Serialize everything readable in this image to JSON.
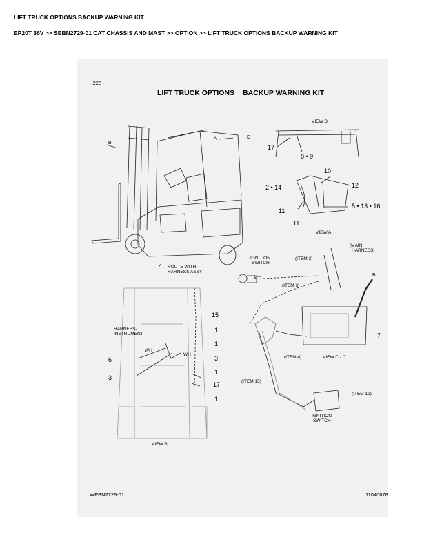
{
  "header": {
    "title": "LIFT TRUCK OPTIONS BACKUP WARNING KIT",
    "breadcrumb": "EP20T 36V >> SEBN2729-01 CAT CHASSIS AND MAST >> OPTION >> LIFT TRUCK OPTIONS BACKUP WARNING KIT"
  },
  "page": {
    "page_number": "- 228 -",
    "title_left": "LIFT TRUCK OPTIONS",
    "title_right": "BACKUP WARNING KIT",
    "footer_left": "WEBN2729-01",
    "footer_right": "11040678"
  },
  "labels": {
    "B": "B",
    "A": "A",
    "D": "D",
    "view_d": "VIEW D",
    "view_a": "VIEW A",
    "view_b": "VIEW B",
    "view_cc": "VIEW C - C",
    "route_1": "ROUTE WITH",
    "route_2": "HARNESS ASSY",
    "ign_sw_1": "IGNITION",
    "ign_sw_2": "SWITCH",
    "acc": "ACC",
    "main_harness_1": "(MAIN",
    "main_harness_2": "HARNESS)",
    "item3a": "(ITEM 3)",
    "item3b": "(ITEM 3)",
    "item4": "(ITEM 4)",
    "item15": "(ITEM 15)",
    "item12": "(ITEM 12)",
    "ign_sw2_1": "IGNITION",
    "ign_sw2_2": "SWITCH",
    "harness_instr_1": "HARNESS-",
    "harness_instr_2": "INSTRUMENT",
    "wh1": "WH",
    "wh2": "WH",
    "B2": "B"
  },
  "callouts": {
    "n4": "4",
    "n17a": "17",
    "n8_9": "8 • 9",
    "n10": "10",
    "n2_14": "2 • 14",
    "n12": "12",
    "n11a": "11",
    "n11b": "11",
    "n5_13_16": "5 • 13 • 16",
    "n15": "15",
    "n1a": "1",
    "n1b": "1",
    "n6": "6",
    "n3a": "3",
    "n3b": "3",
    "n1c": "1",
    "n17b": "17",
    "n1d": "1",
    "n7": "7"
  }
}
